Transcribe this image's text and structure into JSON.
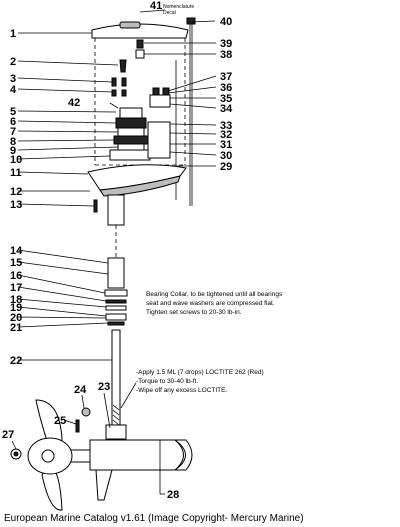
{
  "labels": {
    "n1": "1",
    "n2": "2",
    "n3": "3",
    "n4": "4",
    "n5": "5",
    "n6": "6",
    "n7": "7",
    "n8": "8",
    "n9": "9",
    "n10": "10",
    "n11": "11",
    "n12": "12",
    "n13": "13",
    "n14": "14",
    "n15": "15",
    "n16": "16",
    "n17": "17",
    "n18": "18",
    "n19": "19",
    "n20": "20",
    "n21": "21",
    "n22": "22",
    "n23": "23",
    "n24": "24",
    "n25": "25",
    "n27": "27",
    "n28": "28",
    "n29": "29",
    "n30": "30",
    "n31": "31",
    "n32": "32",
    "n33": "33",
    "n34": "34",
    "n35": "35",
    "n36": "36",
    "n37": "37",
    "n38": "38",
    "n39": "39",
    "n40": "40",
    "n41": "41",
    "n42": "42"
  },
  "decal_note": [
    "Nomenclature",
    "Decal"
  ],
  "bearing_note": [
    "Bearing Collar, to be tightened until all bearings",
    "seat and wave washers are compressed flat.",
    "Tighten set screws to 20-30 lb-in."
  ],
  "loctite_note": [
    "-Apply 1.5 ML (7 drops) LOCTITE 262 (Red)",
    "-Torque to 30-40 lb-ft.",
    "-Wipe off any excess LOCTITE."
  ],
  "caption": "European Marine Catalog v1.61 (Image Copyright- Mercury Marine)"
}
